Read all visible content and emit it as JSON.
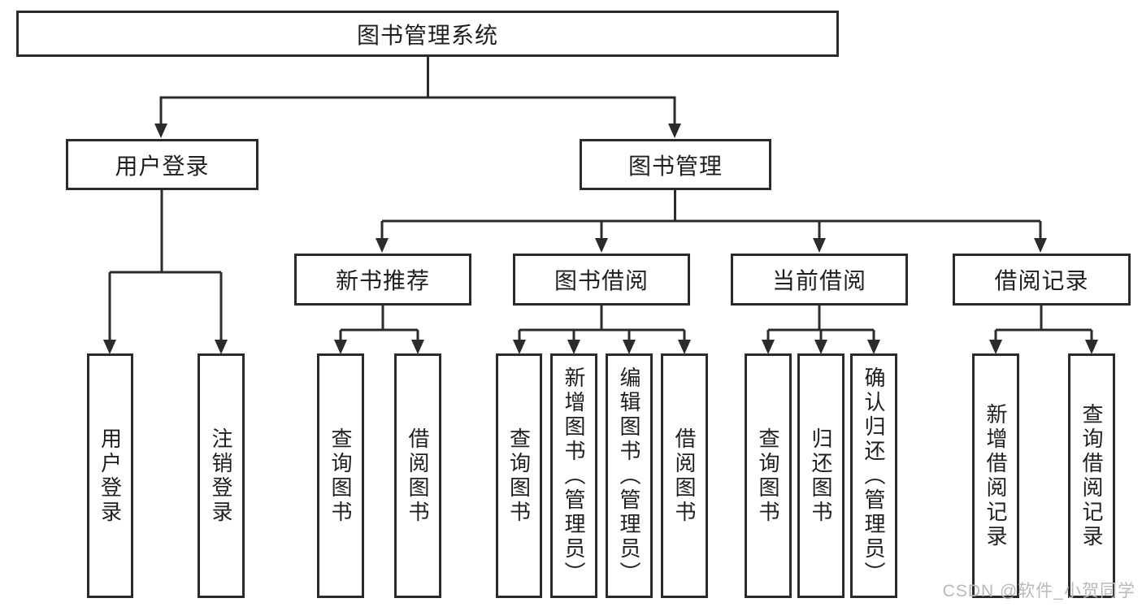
{
  "diagram": {
    "root_label": "图书管理系统",
    "branches": [
      {
        "label": "用户登录",
        "children": [
          "用户登录",
          "注销登录"
        ]
      },
      {
        "label": "图书管理",
        "sections": [
          {
            "label": "新书推荐",
            "children": [
              "查询图书",
              "借阅图书"
            ]
          },
          {
            "label": "图书借阅",
            "children": [
              "查询图书",
              "新增图书（管理员）",
              "编辑图书（管理员）",
              "借阅图书"
            ]
          },
          {
            "label": "当前借阅",
            "children": [
              "查询图书",
              "归还图书",
              "确认归还（管理员）"
            ]
          },
          {
            "label": "借阅记录",
            "children": [
              "新增借阅记录",
              "查询借阅记录"
            ]
          }
        ]
      }
    ]
  },
  "watermark": {
    "text": "CSDN @软件_小贺同学"
  },
  "colors": {
    "line": "#2b2b2b",
    "text": "#1f1f1f",
    "box_background": "#ffffff",
    "page_background": "#ffffff",
    "watermark": "#b9b9b9"
  }
}
